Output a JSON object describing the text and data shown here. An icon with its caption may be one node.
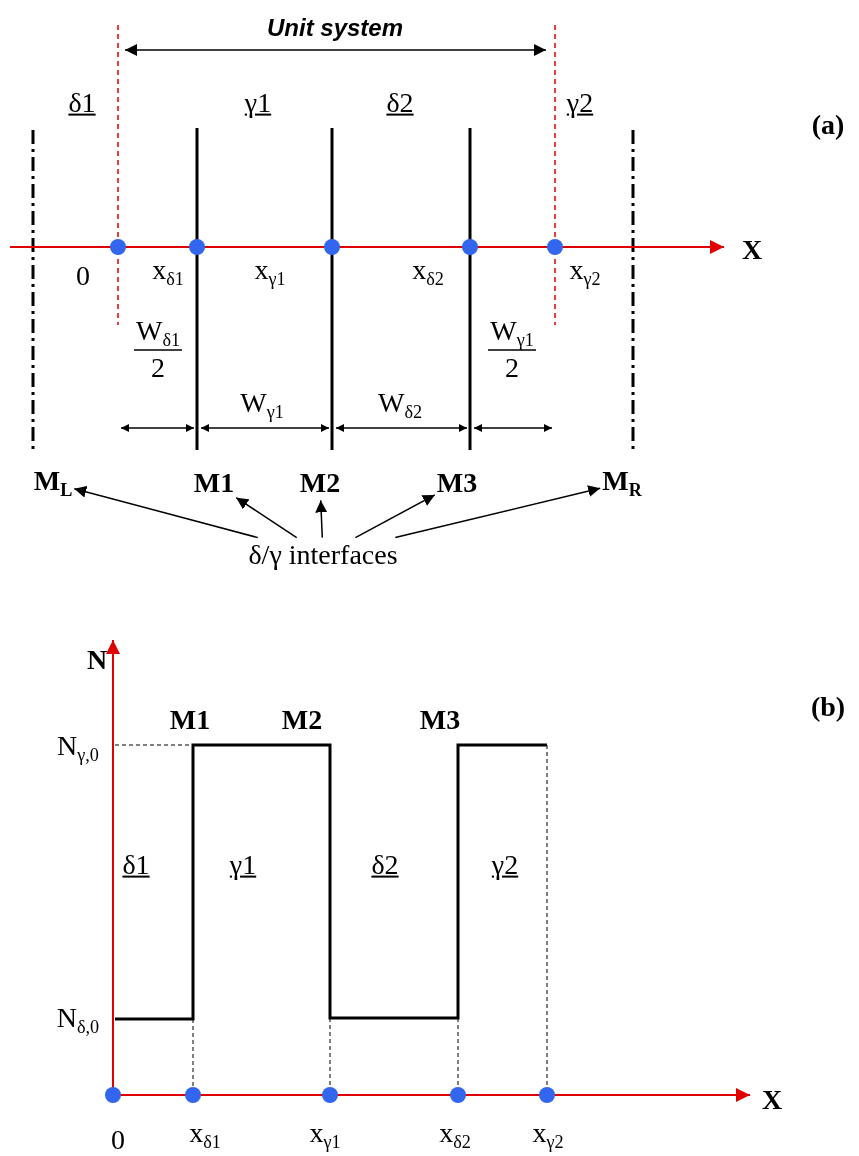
{
  "diagram": {
    "nodes": [
      {
        "text": [
          "δ/γ interfaces"
        ]
      },
      {
        "text": [
          "M$_{L}$"
        ]
      },
      {
        "text": [
          "M1"
        ]
      },
      {
        "text": [
          "M2"
        ]
      },
      {
        "text": [
          "M3"
        ]
      },
      {
        "text": [
          "M$_{R}$"
        ]
      }
    ],
    "edges": [
      {
        "from": 0,
        "to": 1,
        "arrow": "to"
      },
      {
        "from": 0,
        "to": 2,
        "arrow": "to"
      },
      {
        "from": 0,
        "to": 3,
        "arrow": "to"
      },
      {
        "from": 0,
        "to": 4,
        "arrow": "to"
      },
      {
        "from": 0,
        "to": 5,
        "arrow": "to"
      }
    ],
    "labels": [
      "Unit system",
      "(a)",
      "δ1",
      "γ1",
      "δ2",
      "γ2",
      "X",
      "0",
      "x$_{δ1}$",
      "x$_{γ1}$",
      "x$_{δ2}$",
      "x$_{γ2}$",
      "W$_{δ1}$",
      "2",
      "W$_{γ1}$",
      "W$_{δ2}$",
      "W$_{γ1}$",
      "2",
      "(b)",
      "N",
      "M1",
      "M2",
      "M3",
      "N$_{γ,0}$",
      "δ1",
      "γ1",
      "δ2",
      "γ2",
      "N$_{δ,0}$",
      "X",
      "0",
      "x$_{δ1}$",
      "x$_{γ1}$",
      "x$_{δ2}$",
      "x$_{γ2}$"
    ]
  }
}
